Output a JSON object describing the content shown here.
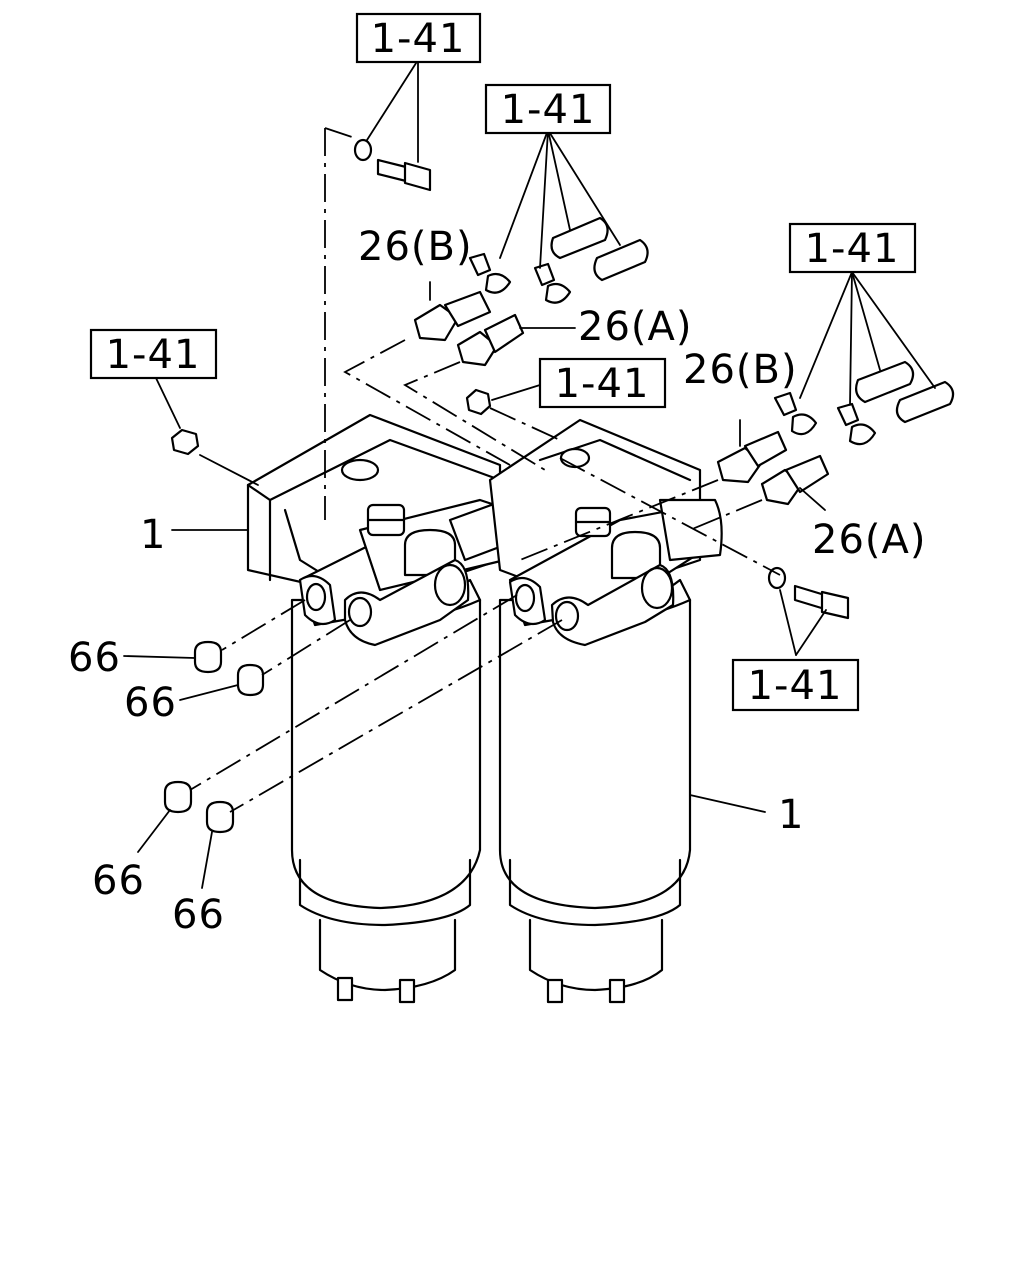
{
  "callouts": {
    "ref_top": "1-41",
    "ref_upper_mid": "1-41",
    "ref_right_upper": "1-41",
    "ref_left": "1-41",
    "ref_center": "1-41",
    "ref_right_lower": "1-41",
    "fitting_b_left": "26(B)",
    "fitting_a_left": "26(A)",
    "fitting_b_right": "26(B)",
    "fitting_a_right": "26(A)",
    "filter_left": "1",
    "filter_right": "1",
    "plug_1": "66",
    "plug_2": "66",
    "plug_3": "66",
    "plug_4": "66"
  }
}
